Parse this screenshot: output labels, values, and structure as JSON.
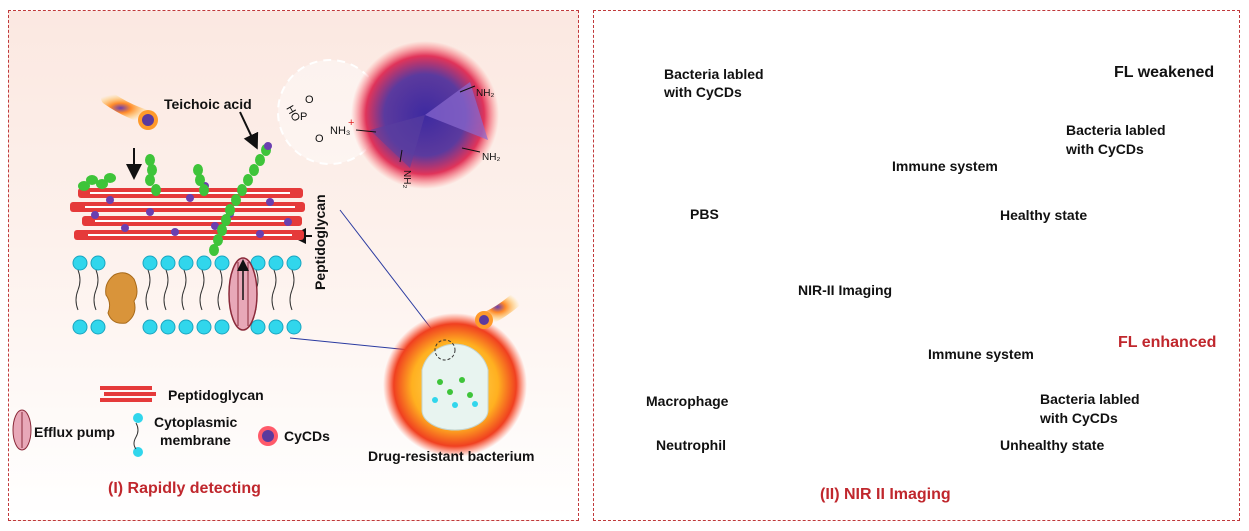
{
  "left_panel": {
    "caption": "(I) Rapidly detecting",
    "teichoic_acid": "Teichoic acid",
    "peptidoglycan_side": "Peptidoglycan",
    "cd_groups": {
      "ho": "HO",
      "p": "P",
      "o_top": "O",
      "o_bottom": "O",
      "nh3": "NH₃",
      "plus": "+",
      "nh2": "NH₂"
    },
    "drug_resistant": "Drug-resistant bacterium",
    "legend": {
      "peptidoglycan": "Peptidoglycan",
      "efflux_pump": "Efflux pump",
      "cytoplasmic_line1": "Cytoplasmic",
      "cytoplasmic_line2": "membrane",
      "cycds": "CyCDs"
    }
  },
  "right_panel": {
    "caption": "(II) NIR II Imaging",
    "bacteria_label_line1": "Bacteria labled",
    "bacteria_label_line2": "with CyCDs",
    "pbs": "PBS",
    "nir_imaging": "NIR-II Imaging",
    "legend": {
      "macrophage": "Macrophage",
      "neutrophil": "Neutrophil"
    },
    "healthy": {
      "fl_label": "FL weakened",
      "bacteria_line1": "Bacteria labled",
      "bacteria_line2": "with CyCDs",
      "immune": "Immune system",
      "state": "Healthy state"
    },
    "unhealthy": {
      "fl_label": "FL enhanced",
      "bacteria_line1": "Bacteria labled",
      "bacteria_line2": "with CyCDs",
      "immune": "Immune system",
      "state": "Unhealthy state"
    }
  },
  "colors": {
    "frame": "#c0393b",
    "fl_enhanced": "#c0272d",
    "green_chain": "#3ec43a",
    "cycd_purple": "#5b3a9e",
    "membrane_bead": "#31d6ec"
  }
}
